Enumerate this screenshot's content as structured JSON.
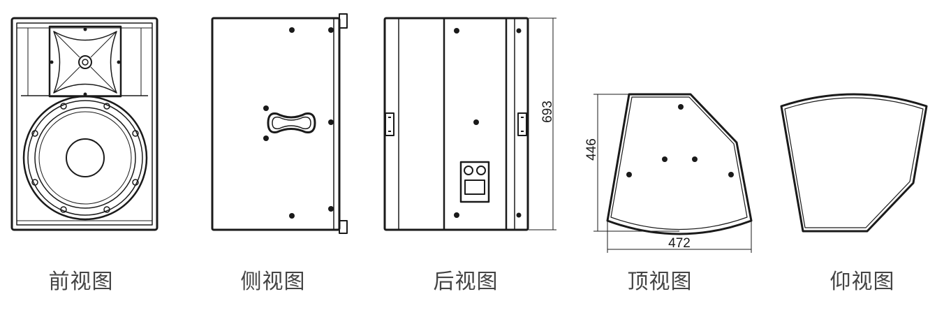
{
  "views": [
    {
      "id": "front",
      "caption": "前视图"
    },
    {
      "id": "side",
      "caption": "侧视图"
    },
    {
      "id": "rear",
      "caption": "后视图"
    },
    {
      "id": "top",
      "caption": "顶视图"
    },
    {
      "id": "bottom",
      "caption": "仰视图"
    }
  ],
  "dimensions": {
    "height": "693",
    "depth": "446",
    "width": "472"
  },
  "colors": {
    "line": "#1a1a1a",
    "caption": "#444444",
    "background": "#ffffff"
  }
}
